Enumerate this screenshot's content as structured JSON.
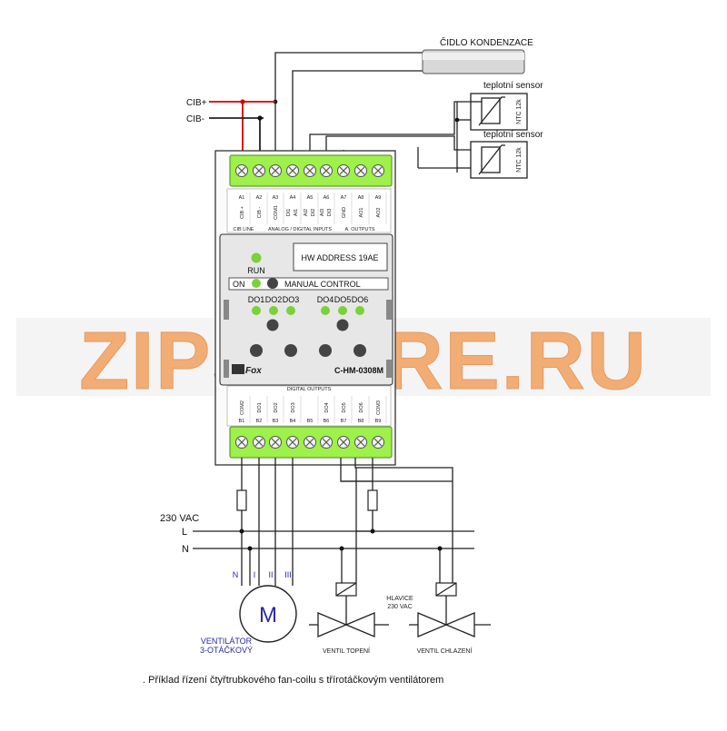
{
  "sensors": {
    "condensation": "ČIDLO KONDENZACE",
    "temp1_title": "teplotní sensor",
    "temp1_type": "NTC 12k",
    "temp2_title": "teplotní sensor",
    "temp2_type": "NTC 12k"
  },
  "bus": {
    "cib_plus": "CIB+",
    "cib_minus": "CIB-"
  },
  "top_terminals": {
    "numbers": [
      "A1",
      "A2",
      "A3",
      "A4",
      "A5",
      "A6",
      "A7",
      "A8",
      "A9"
    ],
    "signals": [
      "CIB +",
      "CIB -",
      "COM1",
      "DI1",
      "AI2",
      "AI3",
      "GND",
      "AO1",
      "AO2"
    ],
    "signals_b": [
      "",
      "",
      "",
      "AI1",
      "DI2",
      "DI3",
      "",
      "",
      ""
    ],
    "groups": [
      "CIB LINE",
      "ANALOG / DIGITAL INPUTS",
      "A. OUTPUTS"
    ]
  },
  "panel": {
    "hw_address": "HW ADDRESS 19AE",
    "run": "RUN",
    "on": "ON",
    "manual": "MANUAL CONTROL",
    "outputs_left": [
      "DO1",
      "DO2",
      "DO3"
    ],
    "outputs_right": [
      "DO4",
      "DO5",
      "DO6"
    ],
    "brand": "Fox",
    "model": "C-HM-0308M"
  },
  "bottom_terminals": {
    "group": "DIGITAL OUTPUTS",
    "signals": [
      "COM2",
      "DO1",
      "DO2",
      "DO3",
      "",
      "DO4",
      "DO5",
      "DO6",
      "COM3"
    ],
    "numbers": [
      "B1",
      "B2",
      "B3",
      "B4",
      "B5",
      "B6",
      "B7",
      "B8",
      "B9"
    ]
  },
  "watermark": "ZIPSTORE.RU",
  "power": {
    "voltage": "230 VAC",
    "line": "L",
    "neutral": "N"
  },
  "motor": {
    "symbol": "M",
    "terminals": [
      "N",
      "I",
      "II",
      "III"
    ],
    "label_line1": "VENTILÁTOR",
    "label_line2": "3-OTÁČKOVÝ"
  },
  "valves": {
    "head_line1": "HLAVICE",
    "head_line2": "230 VAC",
    "heating": "VENTIL TOPENÍ",
    "cooling": "VENTIL CHLAZENÍ"
  },
  "caption": ". Příklad řízení čtyřtrubkového fan-coilu s třírotáčkovým ventilátorem",
  "colors": {
    "terminal_green": "#9ef04a",
    "bus_red": "#d40000",
    "watermark_orange": "#f2a86a",
    "motor_blue": "#2a2aa0"
  }
}
